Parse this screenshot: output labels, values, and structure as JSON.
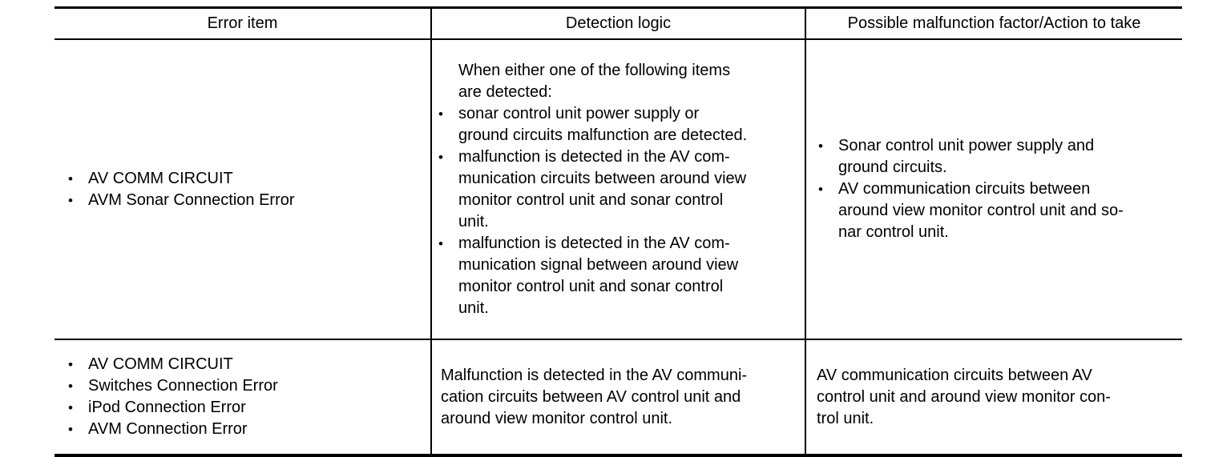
{
  "bullet_char": "•",
  "table": {
    "headers": [
      "Error item",
      "Detection logic",
      "Possible malfunction factor/Action to take"
    ],
    "rows": [
      {
        "error_items": [
          "AV COMM CIRCUIT",
          "AVM Sonar Connection Error"
        ],
        "detection": {
          "intro": "When either one of the following items\nare detected:",
          "items": [
            "sonar control unit power supply or\nground circuits malfunction are detected.",
            "malfunction is detected in the AV com-\nmunication circuits between around view\nmonitor control unit and sonar control\nunit.",
            "malfunction is detected in the AV com-\nmunication signal between around view\nmonitor control unit and sonar control\nunit."
          ]
        },
        "factors": {
          "items": [
            "Sonar control unit power supply and\nground circuits.",
            "AV communication circuits between\naround view monitor control unit and so-\nnar control unit."
          ]
        }
      },
      {
        "error_items": [
          "AV COMM CIRCUIT",
          "Switches Connection Error",
          "iPod Connection Error",
          "AVM Connection Error"
        ],
        "detection": {
          "text": "Malfunction is detected in the AV communi-\ncation circuits between AV control unit and\naround view monitor control unit."
        },
        "factors": {
          "text": "AV communication circuits between AV\ncontrol unit and around view monitor con-\ntrol unit."
        }
      }
    ]
  }
}
